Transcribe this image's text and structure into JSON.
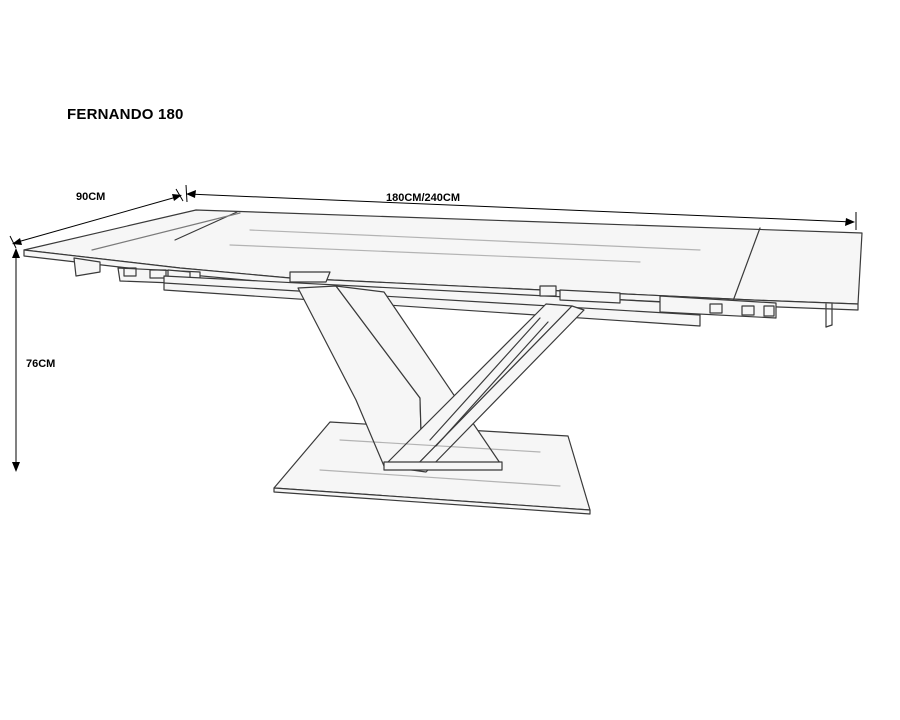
{
  "product": {
    "title": "FERNANDO 180"
  },
  "dimensions": {
    "width": "90CM",
    "length": "180CM/240CM",
    "height": "76CM"
  },
  "colors": {
    "line": "#3a3a3a",
    "dimension_line": "#000000",
    "background": "#ffffff"
  }
}
